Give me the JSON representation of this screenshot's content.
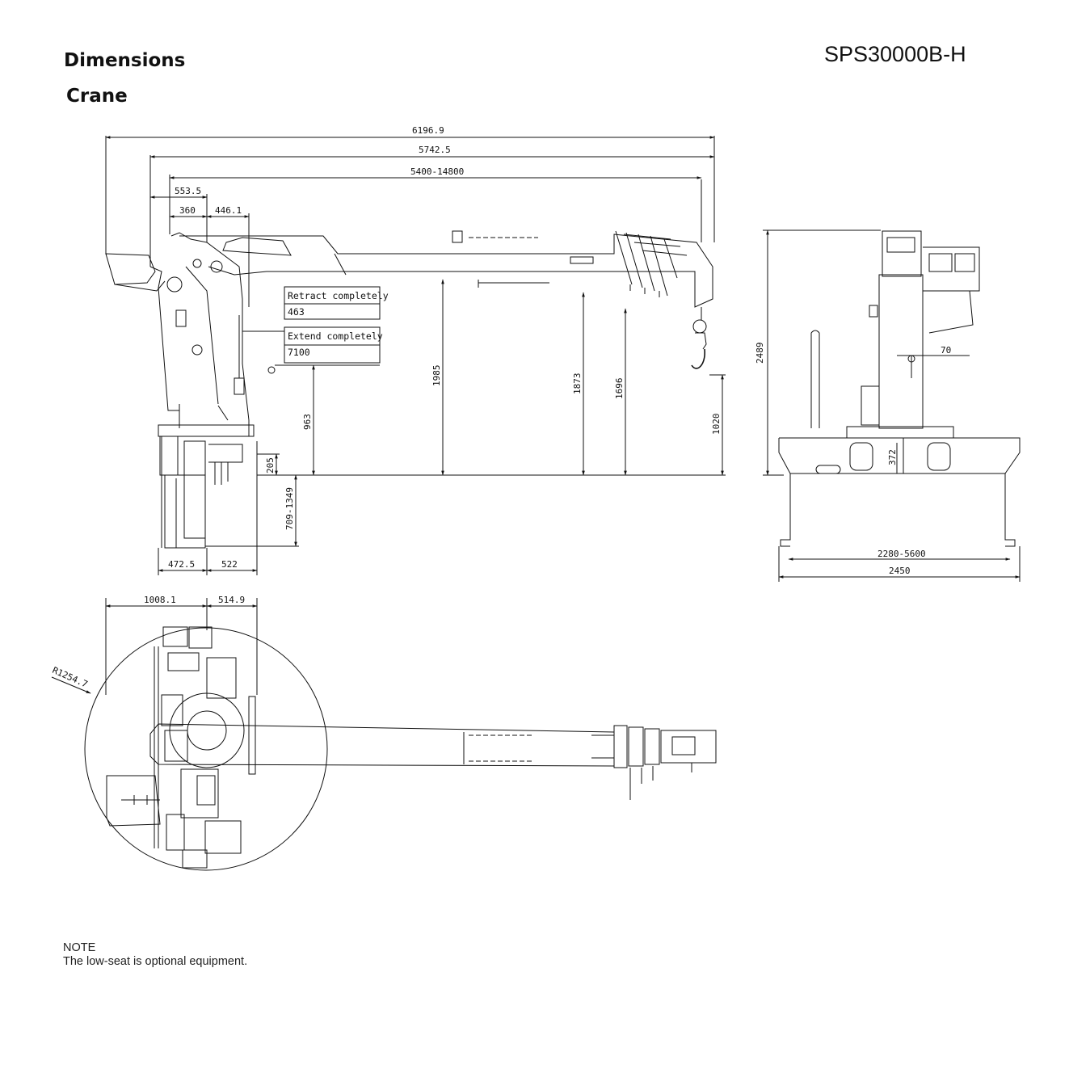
{
  "header": {
    "title": "Dimensions",
    "subtitle": "Crane",
    "model": "SPS30000B-H"
  },
  "side_view": {
    "dims": {
      "overall_1": "6196.9",
      "overall_2": "5742.5",
      "boom_range": "5400-14800",
      "d_553": "553.5",
      "d_360": "360",
      "d_446": "446.1",
      "h_1985": "1985",
      "h_1873": "1873",
      "h_1696": "1696",
      "h_1020": "1020",
      "h_963": "963",
      "h_205": "205",
      "h_709": "709-1349",
      "w_472": "472.5",
      "w_522": "522"
    },
    "callouts": {
      "retract_label": "Retract completely",
      "retract_value": "463",
      "extend_label": "Extend completely",
      "extend_value": "7100"
    }
  },
  "rear_view": {
    "dims": {
      "height": "2489",
      "d_70": "70",
      "d_372": "372",
      "outrigger": "2280-5600",
      "width": "2450"
    }
  },
  "top_view": {
    "dims": {
      "d_1008": "1008.1",
      "d_514": "514.9",
      "radius": "R1254.7"
    }
  },
  "note": {
    "heading": "NOTE",
    "text": "The low-seat is optional equipment."
  }
}
